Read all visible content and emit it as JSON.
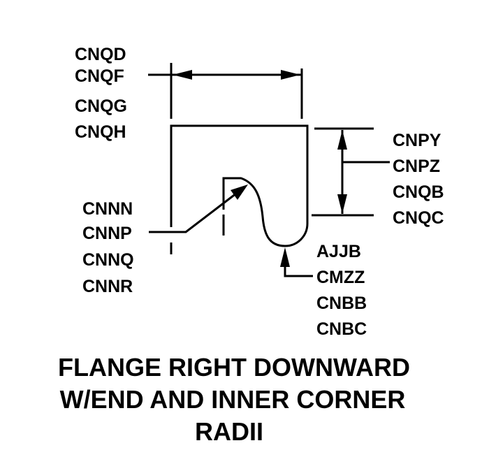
{
  "diagram": {
    "title_lines": [
      "FLANGE RIGHT DOWNWARD",
      "W/END AND INNER CORNER",
      "RADII"
    ],
    "label_groups": {
      "width": [
        "CNQD",
        "CNQF",
        "CNQG",
        "CNQH"
      ],
      "inner_corner": [
        "CNNN",
        "CNNP",
        "CNNQ",
        "CNNR"
      ],
      "height": [
        "CNPY",
        "CNPZ",
        "CNQB",
        "CNQC"
      ],
      "end_radius": [
        "AJJB",
        "CMZZ",
        "CNBB",
        "CNBC"
      ]
    },
    "colors": {
      "ink": "#000000",
      "background": "#ffffff"
    }
  }
}
